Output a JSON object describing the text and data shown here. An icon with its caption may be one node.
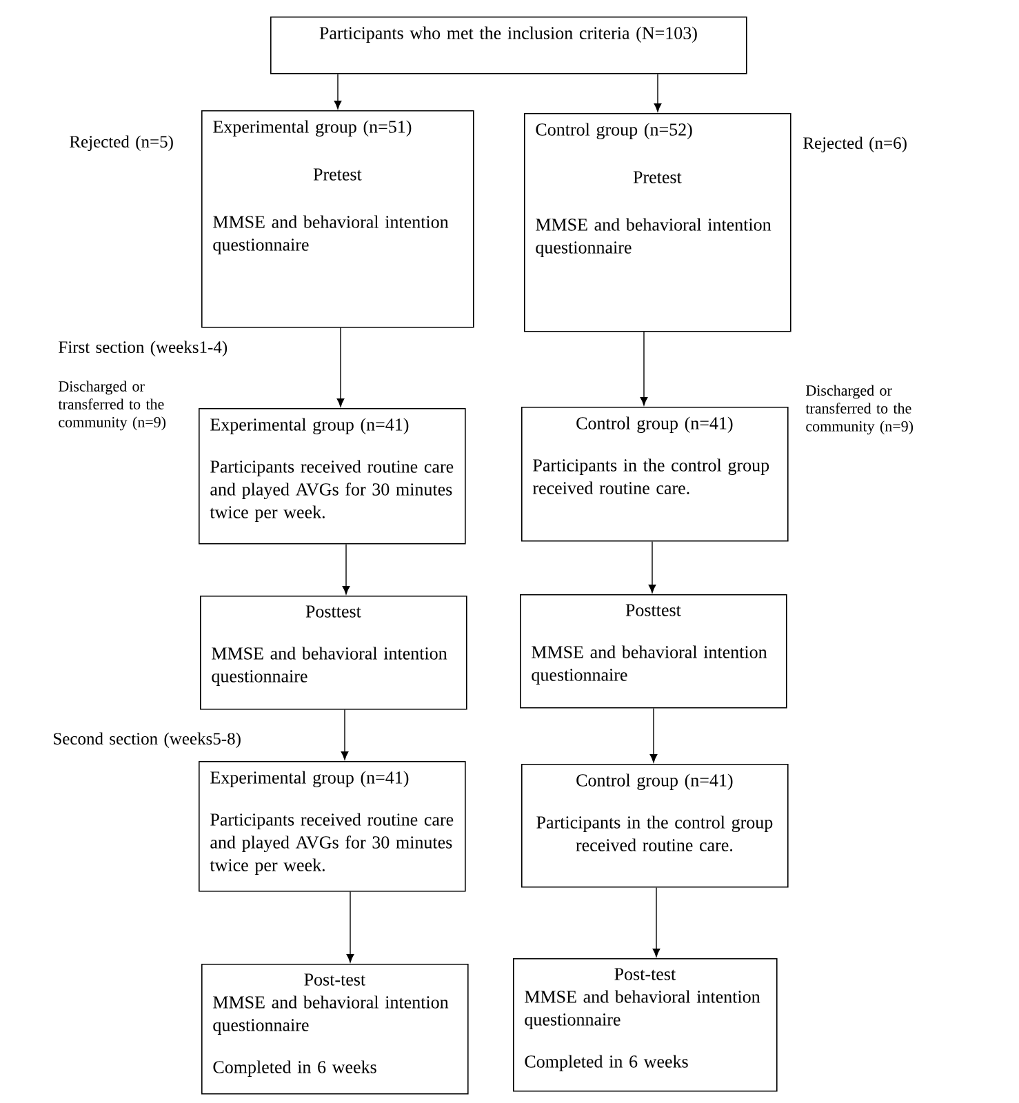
{
  "diagram": {
    "nodes": [
      {
        "text": [
          "Participants who met the inclusion criteria (N=103)"
        ]
      },
      {
        "text": [
          "Experimental group (n=51)",
          "Pretest",
          "MMSE and behavioral intention questionnaire"
        ]
      },
      {
        "text": [
          "Control group (n=52)",
          "Pretest",
          "MMSE and behavioral intention questionnaire"
        ]
      },
      {
        "text": [
          "Experimental group (n=41)",
          "Participants received routine care and played AVGs for 30 minutes twice per week."
        ]
      },
      {
        "text": [
          "Control group (n=41)",
          "Participants in the control group received routine care."
        ]
      },
      {
        "text": [
          "Posttest",
          "MMSE and behavioral intention questionnaire"
        ]
      },
      {
        "text": [
          "Posttest",
          "MMSE and behavioral intention questionnaire"
        ]
      },
      {
        "text": [
          "Experimental group (n=41)",
          "Participants received routine care and played AVGs for 30 minutes twice per week."
        ]
      },
      {
        "text": [
          "Control group (n=41)",
          "Participants in the control group received routine care."
        ]
      },
      {
        "text": [
          "Post-test",
          "MMSE and behavioral intention questionnaire",
          "Completed in 6 weeks"
        ]
      },
      {
        "text": [
          "Post-test",
          "MMSE and behavioral intention questionnaire",
          "Completed in 6 weeks"
        ]
      }
    ],
    "edges": [
      {
        "from": 0,
        "to": 1,
        "arrow": "to"
      },
      {
        "from": 0,
        "to": 2,
        "arrow": "to"
      },
      {
        "from": 1,
        "to": 3,
        "arrow": "to"
      },
      {
        "from": 2,
        "to": 4,
        "arrow": "to"
      },
      {
        "from": 3,
        "to": 5,
        "arrow": "to"
      },
      {
        "from": 4,
        "to": 6,
        "arrow": "to"
      },
      {
        "from": 5,
        "to": 7,
        "arrow": "to"
      },
      {
        "from": 6,
        "to": 8,
        "arrow": "to"
      },
      {
        "from": 7,
        "to": 9,
        "arrow": "to"
      },
      {
        "from": 8,
        "to": 10,
        "arrow": "to"
      }
    ],
    "labels": [
      "Rejected (n=5)",
      "Rejected (n=6)",
      "First section (weeks1-4)",
      "Discharged or transferred to the community (n=9)",
      "Discharged or transferred to the community (n=9)",
      "Second section (weeks5-8)"
    ]
  }
}
